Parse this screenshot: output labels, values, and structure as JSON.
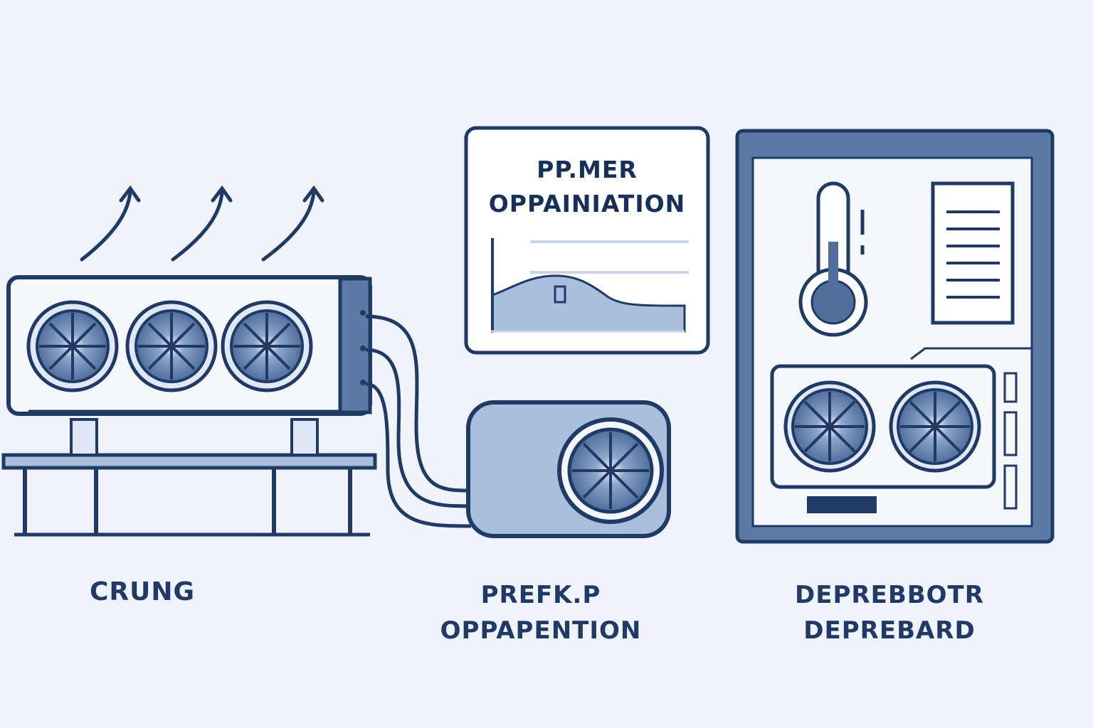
{
  "panel": {
    "title_line1": "PP.MER",
    "title_line2": "OPPAINIATION"
  },
  "captions": {
    "left": "CRUNG",
    "middle_line1": "PREFK.P",
    "middle_line2": "OPPAPENTION",
    "right_line1": "DEPREBBOTR",
    "right_line2": "DEPREBARD"
  },
  "colors": {
    "background": "#f0f4fa",
    "stroke": "#1f3a66",
    "fill_medium": "#a9bfdc",
    "fill_light": "#dfe8f4",
    "fan": "#5b7aa6"
  }
}
